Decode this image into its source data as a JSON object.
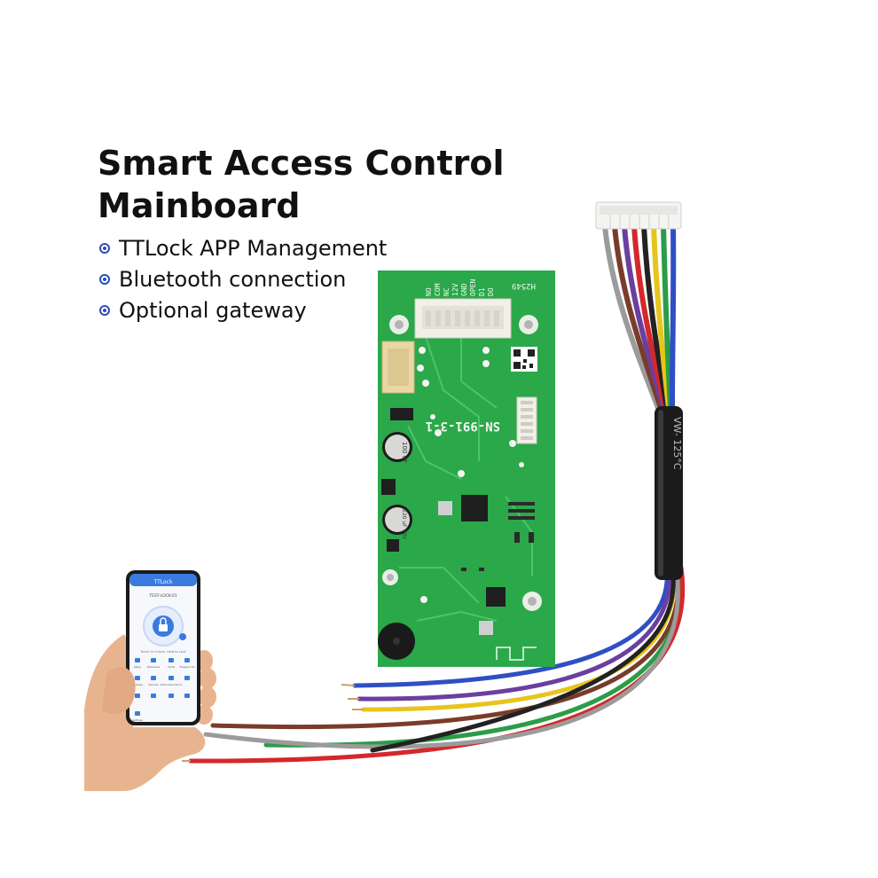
{
  "header": {
    "title_line1": "Smart Access Control",
    "title_line2": "Mainboard"
  },
  "features": [
    "TTLock APP Management",
    "Bluetooth connection",
    "Optional gateway"
  ],
  "board": {
    "model_label": "SN-991-3-1",
    "corner_label": "H2549",
    "pin_labels": [
      "DO",
      "D1",
      "OPEN",
      "GND",
      "12V",
      "NC",
      "COM",
      "NO"
    ],
    "cap1_label": "100 uF",
    "cap2_label": "220 uF 10V"
  },
  "cable": {
    "sleeve_label": "VW- 125°C"
  },
  "phone": {
    "app_title": "TTLock",
    "lock_name": "TEST-LOCK-01",
    "unlock_hint": "Touch to Unlock, Hold to Lock",
    "menu_items": [
      "eKeys",
      "Passcodes",
      "Cards",
      "Fingerprints",
      "Wireless",
      "Records",
      "Authorized Admin",
      "Settings"
    ]
  },
  "colors": {
    "pcb_green": "#2aa84a",
    "bullet_blue": "#2a4fb8",
    "app_blue": "#3a7be0"
  }
}
